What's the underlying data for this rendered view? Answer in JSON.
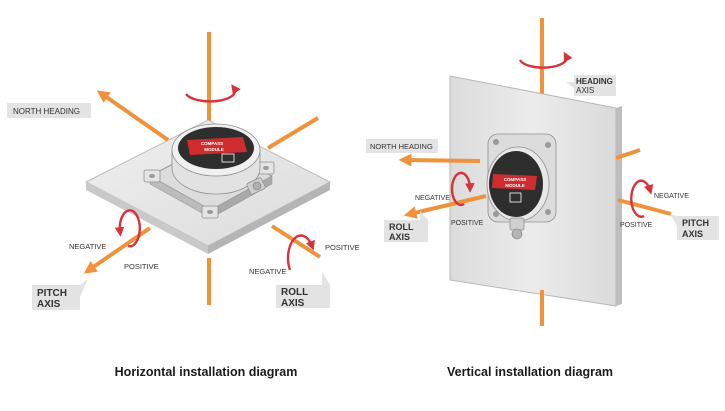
{
  "colors": {
    "axis_orange": "#f0923b",
    "rotation_red": "#d8323a",
    "plate_fill": "#e6e6e6",
    "plate_edge": "#bcbcbc",
    "device_body": "#e9e9e9",
    "device_face": "#2e2e2e",
    "label_tag_bg": "#e3e3e3"
  },
  "horizontal": {
    "caption": "Horizontal installation diagram",
    "north_heading": "NORTH HEADING",
    "pitch_axis": [
      "PITCH",
      "AXIS"
    ],
    "roll_axis": [
      "ROLL",
      "AXIS"
    ],
    "pitch_negative": "NEGATIVE",
    "pitch_positive": "POSITIVE",
    "roll_negative": "NEGATIVE",
    "roll_positive": "POSITIVE",
    "device_title": [
      "COMPASS",
      "MODULE"
    ]
  },
  "vertical": {
    "caption": "Vertical installation diagram",
    "north_heading": "NORTH HEADING",
    "heading_axis": [
      "HEADING",
      "AXIS"
    ],
    "roll_axis": [
      "ROLL",
      "AXIS"
    ],
    "pitch_axis": [
      "PITCH",
      "AXIS"
    ],
    "roll_negative": "NEGATIVE",
    "roll_positive": "POSITIVE",
    "pitch_negative": "NEGATIVE",
    "pitch_positive": "POSITIVE",
    "device_title": [
      "COMPASS",
      "MODULE"
    ]
  },
  "icons": [
    "rotation-arrow-icon",
    "axis-arrow-icon"
  ]
}
